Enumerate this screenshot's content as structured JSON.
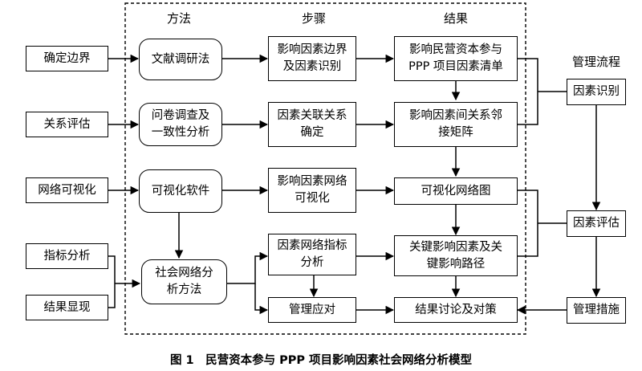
{
  "headers": {
    "method": "方法",
    "steps": "步骤",
    "results": "结果",
    "process": "管理流程"
  },
  "left": {
    "boundary": "确定边界",
    "relation": "关系评估",
    "visual": "网络可视化",
    "indicator": "指标分析",
    "display": "结果显现"
  },
  "method": {
    "literature": "文献调研法",
    "questionnaire": "问卷调查及\n一致性分析",
    "software": "可视化软件",
    "sna": "社会网络分\n析方法"
  },
  "steps": {
    "s1": "影响因素边界\n及因素识别",
    "s2": "因素关联关系\n确定",
    "s3": "影响因素网络\n可视化",
    "s4": "因素网络指标\n分析",
    "s5": "管理应对"
  },
  "results": {
    "r1": "影响民营资本参与\nPPP 项目因素清单",
    "r2": "影响因素间关系邻\n接矩阵",
    "r3": "可视化网络图",
    "r4": "关键影响因素及关\n键影响路径",
    "r5": "结果讨论及对策"
  },
  "process": {
    "identify": "因素识别",
    "evaluate": "因素评估",
    "measures": "管理措施"
  },
  "caption": "图 1　民营资本参与 PPP 项目影响因素社会网络分析模型"
}
